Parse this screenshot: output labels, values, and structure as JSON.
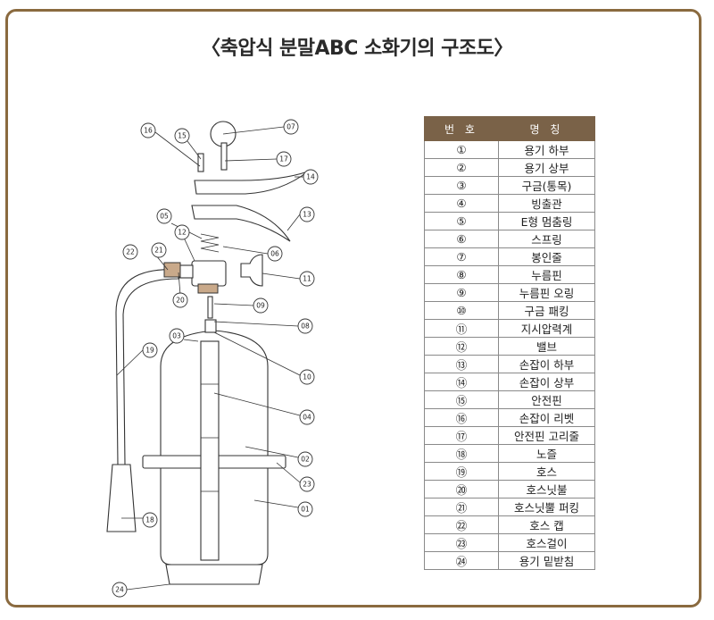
{
  "title": "〈축압식 분말ABC 소화기의 구조도〉",
  "table": {
    "headers": [
      "번 호",
      "명 칭"
    ],
    "rows": [
      {
        "no": "①",
        "name": "용기 하부"
      },
      {
        "no": "②",
        "name": "용기 상부"
      },
      {
        "no": "③",
        "name": "구금(통목)"
      },
      {
        "no": "④",
        "name": "빙출관"
      },
      {
        "no": "⑤",
        "name": "E형 멈춤링"
      },
      {
        "no": "⑥",
        "name": "스프링"
      },
      {
        "no": "⑦",
        "name": "봉인줄"
      },
      {
        "no": "⑧",
        "name": "누름핀"
      },
      {
        "no": "⑨",
        "name": "누름핀 오링"
      },
      {
        "no": "⑩",
        "name": "구금 패킹"
      },
      {
        "no": "⑪",
        "name": "지시압력계"
      },
      {
        "no": "⑫",
        "name": "밸브"
      },
      {
        "no": "⑬",
        "name": "손잡이 하부"
      },
      {
        "no": "⑭",
        "name": "손잡이 상부"
      },
      {
        "no": "⑮",
        "name": "안전핀"
      },
      {
        "no": "⑯",
        "name": "손잡이 리벳"
      },
      {
        "no": "⑰",
        "name": "안전핀 고리줄"
      },
      {
        "no": "⑱",
        "name": "노즐"
      },
      {
        "no": "⑲",
        "name": "호스"
      },
      {
        "no": "⑳",
        "name": "호스닛불"
      },
      {
        "no": "㉑",
        "name": "호스닛뿔 퍼킹"
      },
      {
        "no": "㉒",
        "name": "호스 캡"
      },
      {
        "no": "㉓",
        "name": "호스걸이"
      },
      {
        "no": "㉔",
        "name": "용기 밑받침"
      }
    ]
  },
  "callouts": [
    "01",
    "02",
    "03",
    "04",
    "05",
    "06",
    "07",
    "08",
    "09",
    "10",
    "11",
    "12",
    "13",
    "14",
    "15",
    "16",
    "17",
    "18",
    "19",
    "20",
    "21",
    "22",
    "23",
    "24"
  ]
}
